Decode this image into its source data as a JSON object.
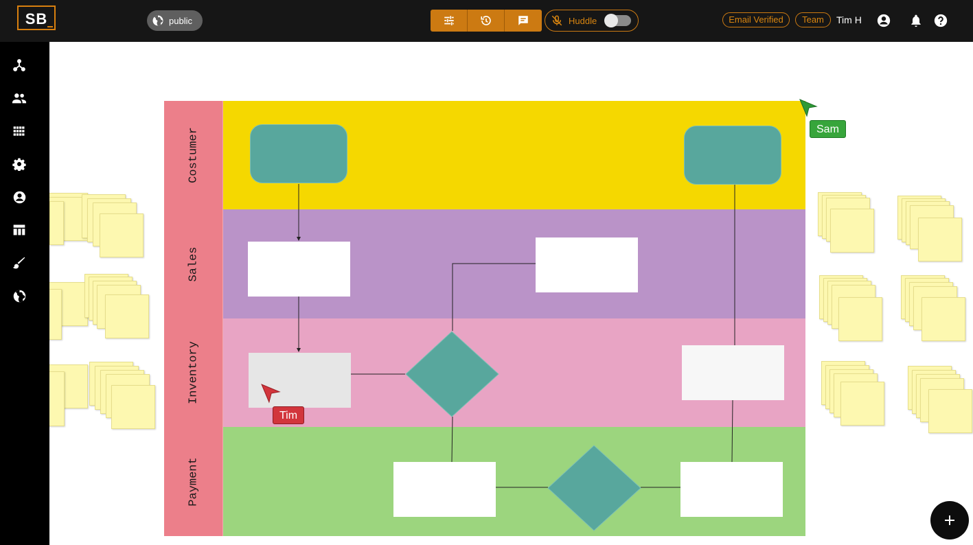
{
  "app": {
    "logo_text": "SB"
  },
  "header": {
    "visibility_label": "public",
    "huddle_label": "Huddle",
    "huddle_on": false,
    "email_badge": "Email Verified",
    "team_badge": "Team",
    "username": "Tim H"
  },
  "toolbar_icons": [
    "sliders-icon",
    "history-icon",
    "chat-icon"
  ],
  "sidebar_icons": [
    "graph-icon",
    "people-icon",
    "grid-icon",
    "gear-icon",
    "account-icon",
    "table-icon",
    "brush-icon",
    "globe-icon"
  ],
  "lanes": [
    "Costumer",
    "Sales",
    "Inventory",
    "Payment"
  ],
  "lane_colors": {
    "costumer": "#f5d800",
    "sales": "#ba93c8",
    "inventory": "#e8a4c4",
    "payment": "#9cd57e",
    "title": "#ec7f8a",
    "shape": "#58a79d"
  },
  "cursors": {
    "sam": "Sam",
    "tim": "Tim"
  }
}
